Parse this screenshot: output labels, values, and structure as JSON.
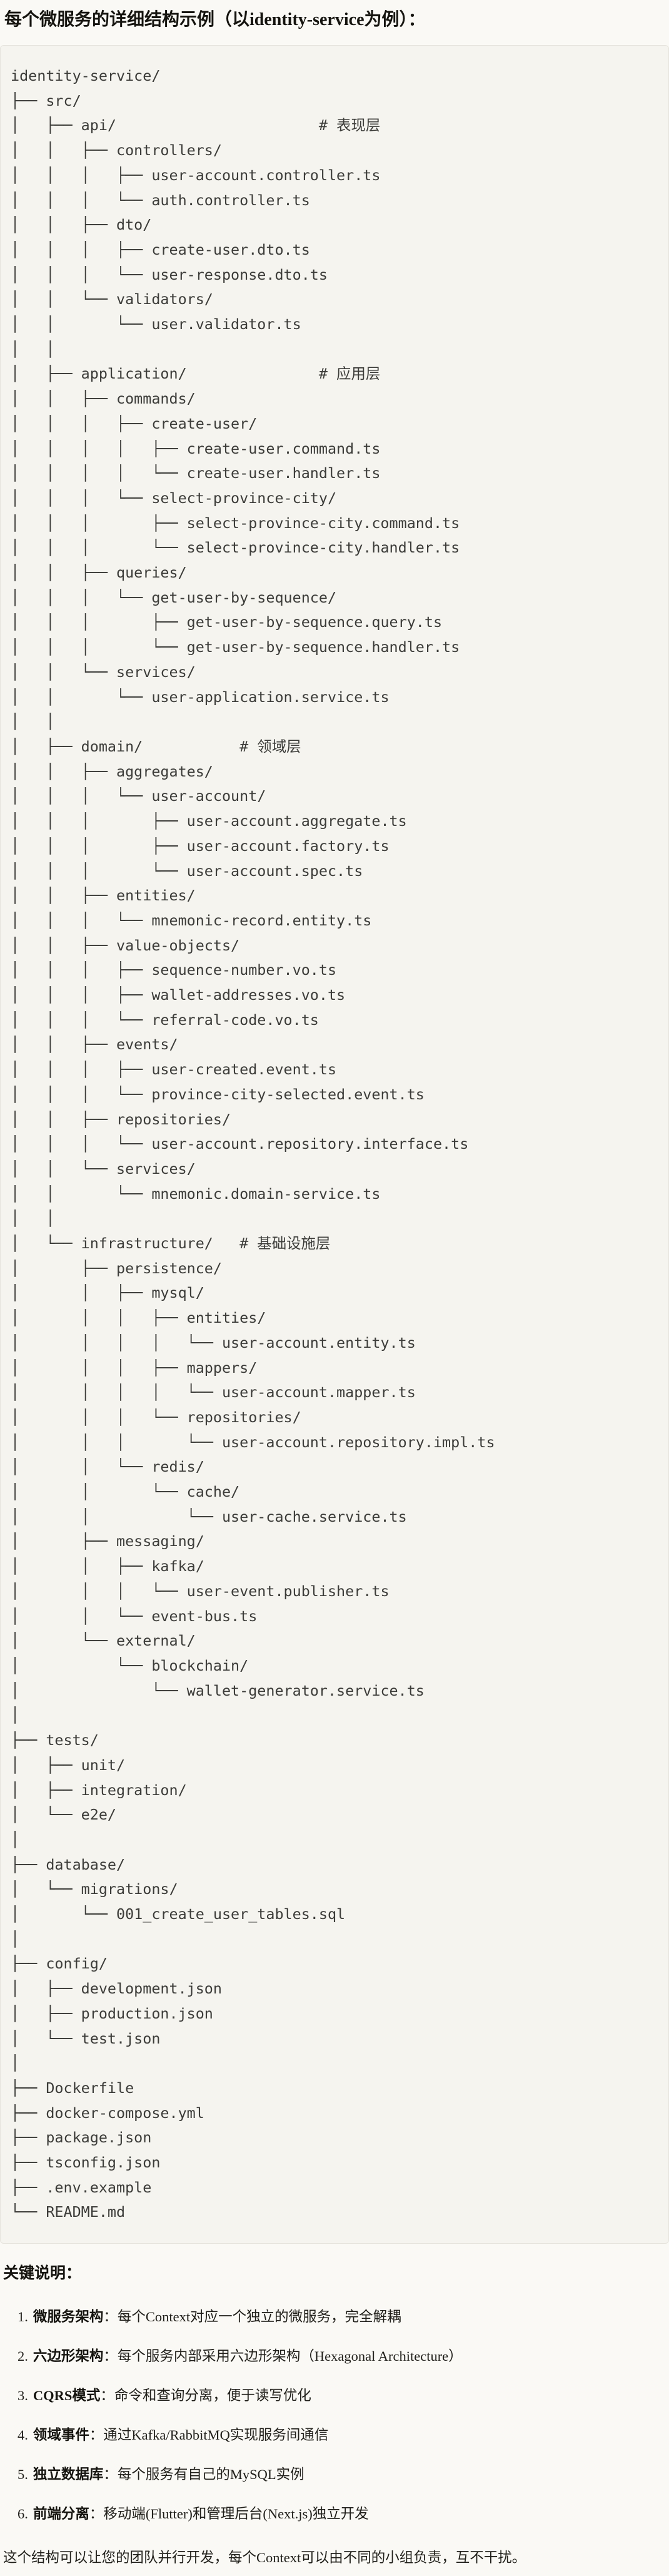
{
  "page": {
    "title": "每个微服务的详细结构示例（以identity-service为例）：",
    "notes_heading": "关键说明：",
    "notes": [
      {
        "num": "1.",
        "label": "微服务架构",
        "text": "：每个Context对应一个独立的微服务，完全解耦"
      },
      {
        "num": "2.",
        "label": "六边形架构",
        "text": "：每个服务内部采用六边形架构（Hexagonal Architecture）"
      },
      {
        "num": "3.",
        "label": "CQRS模式",
        "text": "：命令和查询分离，便于读写优化"
      },
      {
        "num": "4.",
        "label": "领域事件",
        "text": "：通过Kafka/RabbitMQ实现服务间通信"
      },
      {
        "num": "5.",
        "label": "独立数据库",
        "text": "：每个服务有自己的MySQL实例"
      },
      {
        "num": "6.",
        "label": "前端分离",
        "text": "：移动端(Flutter)和管理后台(Next.js)独立开发"
      }
    ],
    "closing": "这个结构可以让您的团队并行开发，每个Context可以由不同的小组负责，互不干扰。"
  },
  "code_block": {
    "layer_comments": [
      "# 表现层",
      "# 应用层",
      "# 领域层",
      "# 基础设施层"
    ],
    "lines": [
      "identity-service/",
      "├── src/",
      "│   ├── api/                       # 表现层",
      "│   │   ├── controllers/",
      "│   │   │   ├── user-account.controller.ts",
      "│   │   │   └── auth.controller.ts",
      "│   │   ├── dto/",
      "│   │   │   ├── create-user.dto.ts",
      "│   │   │   └── user-response.dto.ts",
      "│   │   └── validators/",
      "│   │       └── user.validator.ts",
      "│   │",
      "│   ├── application/               # 应用层",
      "│   │   ├── commands/",
      "│   │   │   ├── create-user/",
      "│   │   │   │   ├── create-user.command.ts",
      "│   │   │   │   └── create-user.handler.ts",
      "│   │   │   └── select-province-city/",
      "│   │   │       ├── select-province-city.command.ts",
      "│   │   │       └── select-province-city.handler.ts",
      "│   │   ├── queries/",
      "│   │   │   └── get-user-by-sequence/",
      "│   │   │       ├── get-user-by-sequence.query.ts",
      "│   │   │       └── get-user-by-sequence.handler.ts",
      "│   │   └── services/",
      "│   │       └── user-application.service.ts",
      "│   │",
      "│   ├── domain/           # 领域层",
      "│   │   ├── aggregates/",
      "│   │   │   └── user-account/",
      "│   │   │       ├── user-account.aggregate.ts",
      "│   │   │       ├── user-account.factory.ts",
      "│   │   │       └── user-account.spec.ts",
      "│   │   ├── entities/",
      "│   │   │   └── mnemonic-record.entity.ts",
      "│   │   ├── value-objects/",
      "│   │   │   ├── sequence-number.vo.ts",
      "│   │   │   ├── wallet-addresses.vo.ts",
      "│   │   │   └── referral-code.vo.ts",
      "│   │   ├── events/",
      "│   │   │   ├── user-created.event.ts",
      "│   │   │   └── province-city-selected.event.ts",
      "│   │   ├── repositories/",
      "│   │   │   └── user-account.repository.interface.ts",
      "│   │   └── services/",
      "│   │       └── mnemonic.domain-service.ts",
      "│   │",
      "│   └── infrastructure/   # 基础设施层",
      "│       ├── persistence/",
      "│       │   ├── mysql/",
      "│       │   │   ├── entities/",
      "│       │   │   │   └── user-account.entity.ts",
      "│       │   │   ├── mappers/",
      "│       │   │   │   └── user-account.mapper.ts",
      "│       │   │   └── repositories/",
      "│       │   │       └── user-account.repository.impl.ts",
      "│       │   └── redis/",
      "│       │       └── cache/",
      "│       │           └── user-cache.service.ts",
      "│       ├── messaging/",
      "│       │   ├── kafka/",
      "│       │   │   └── user-event.publisher.ts",
      "│       │   └── event-bus.ts",
      "│       └── external/",
      "│           └── blockchain/",
      "│               └── wallet-generator.service.ts",
      "│",
      "├── tests/",
      "│   ├── unit/",
      "│   ├── integration/",
      "│   └── e2e/",
      "│",
      "├── database/",
      "│   └── migrations/",
      "│       └── 001_create_user_tables.sql",
      "│",
      "├── config/",
      "│   ├── development.json",
      "│   ├── production.json",
      "│   └── test.json",
      "│",
      "├── Dockerfile",
      "├── docker-compose.yml",
      "├── package.json",
      "├── tsconfig.json",
      "├── .env.example",
      "└── README.md"
    ]
  }
}
